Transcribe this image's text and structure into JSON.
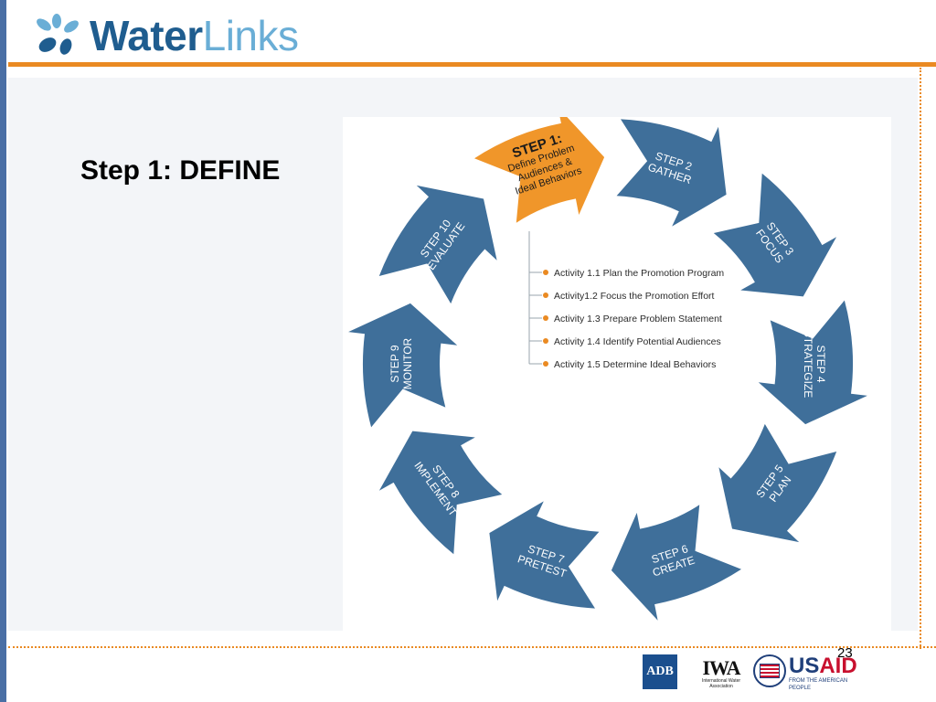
{
  "brand": {
    "logo_word_water": "Water",
    "logo_word_links": "Links"
  },
  "slide": {
    "title": "Step 1:  DEFINE",
    "page_number": "23"
  },
  "diagram": {
    "step1": {
      "heading": "STEP 1:",
      "lines": [
        "Define Problem",
        "Audiences &",
        "Ideal Behaviors"
      ]
    },
    "steps": [
      {
        "line1": "STEP 2",
        "line2": "GATHER"
      },
      {
        "line1": "STEP 3",
        "line2": "FOCUS"
      },
      {
        "line1": "STEP 4",
        "line2": "STRATEGIZE"
      },
      {
        "line1": "STEP 5",
        "line2": "PLAN"
      },
      {
        "line1": "STEP 6",
        "line2": "CREATE"
      },
      {
        "line1": "STEP 7",
        "line2": "PRETEST"
      },
      {
        "line1": "STEP 8",
        "line2": "IMPLEMENT"
      },
      {
        "line1": "STEP 9",
        "line2": "MONITOR"
      },
      {
        "line1": "STEP 10",
        "line2": "EVALUATE"
      }
    ],
    "activities": [
      "Activity 1.1 Plan the Promotion Program",
      "Activity1.2 Focus the Promotion Effort",
      "Activity 1.3 Prepare Problem Statement",
      "Activity 1.4 Identify Potential Audiences",
      "Activity 1.5 Determine Ideal Behaviors"
    ],
    "colors": {
      "step_fill": "#3f6f9a",
      "highlight_fill": "#f0962a",
      "bullet": "#ea8a22"
    }
  },
  "footer": {
    "adb_label": "ADB",
    "iwa_label": "IWA",
    "iwa_sub": "International Water Association",
    "usaid_us": "US",
    "usaid_aid": "AID",
    "usaid_sub": "FROM THE AMERICAN PEOPLE"
  }
}
